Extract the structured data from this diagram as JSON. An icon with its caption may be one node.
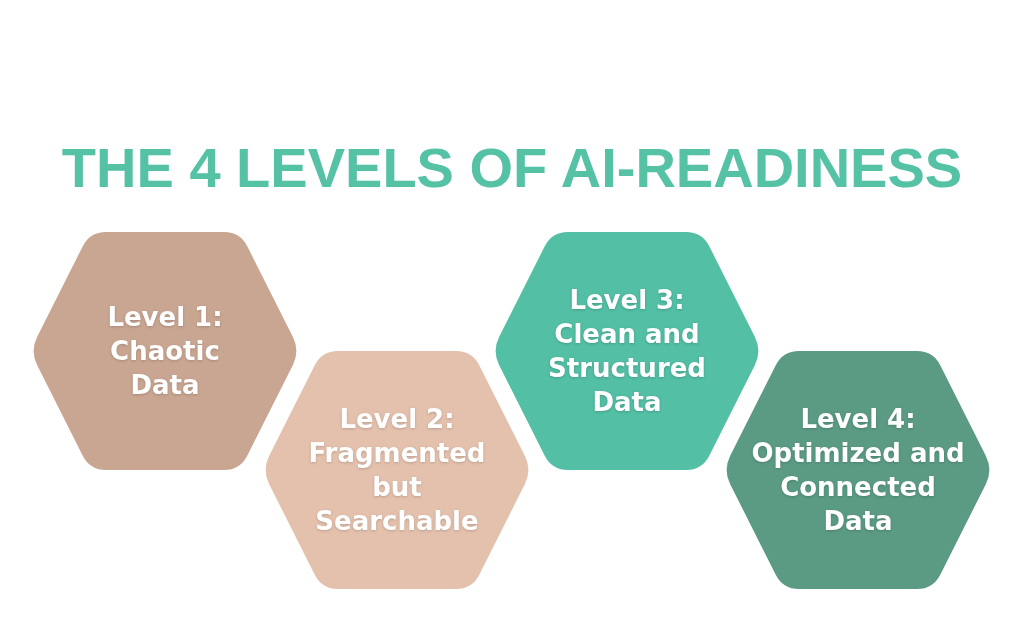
{
  "diagram": {
    "title": "THE 4 LEVELS OF AI-READINESS",
    "nodes": [
      {
        "text": [
          "Level 1: Chaotic Data"
        ]
      },
      {
        "text": [
          "Level 2: Fragmented but Searchable"
        ]
      },
      {
        "text": [
          "Level 3: Clean and Structured Data"
        ]
      },
      {
        "text": [
          "Level 4: Optimized and Connected Data"
        ]
      }
    ]
  }
}
